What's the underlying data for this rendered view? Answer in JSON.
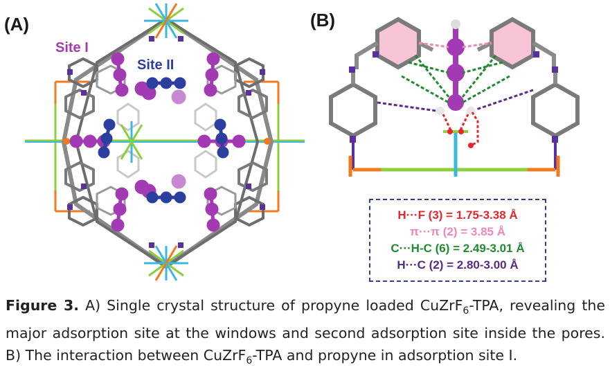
{
  "panels": {
    "a": {
      "label": "(A)",
      "site1_label": "Site I",
      "site2_label": "Site II"
    },
    "b": {
      "label": "(B)",
      "legend": [
        {
          "text": "H···F (3) = 1.75-3.38 Å",
          "color": "#e8252a"
        },
        {
          "text": "π···π (2) = 3.85 Å",
          "color": "#ee88b8"
        },
        {
          "text": "C···H-C (6) = 2.49-3.01 Å",
          "color": "#1f8a2e"
        },
        {
          "text": "H···C (2) = 2.80-3.00 Å",
          "color": "#5b2a86"
        }
      ]
    }
  },
  "caption": {
    "figure_label": "Figure 3.",
    "part1": " A) Single crystal structure of propyne loaded CuZrF",
    "sub1": "6",
    "part2": "-TPA, revealing the major adsorption site at the windows and second adsorption site inside the pores. B) The interaction between CuZrF",
    "sub2": "6",
    "part3": "-TPA and propyne in adsorption site I."
  },
  "colors": {
    "site1": "#a23bb3",
    "site2": "#2d3f9e",
    "frame_gray": "#8a8a8a",
    "orange": "#f07a1c",
    "green": "#8ccf3c",
    "cyan": "#3cb8e0",
    "purple_n": "#5a2fa0",
    "pink_ring": "#f7c4d8"
  }
}
